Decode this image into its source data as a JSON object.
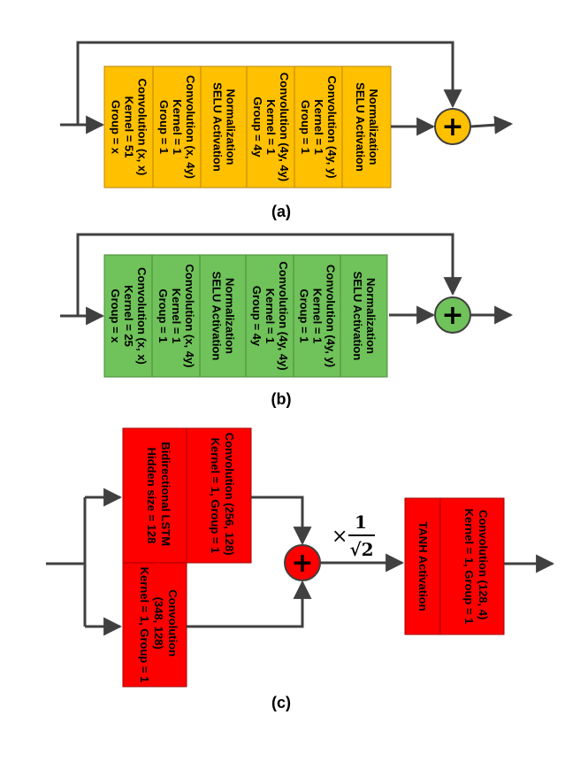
{
  "panel_a": {
    "caption": "(a)",
    "fill": "#FFC000",
    "border": "#B8860B",
    "blocks": [
      [
        "Convolution (x, x)",
        "Kernel = 51",
        "Group = x"
      ],
      [
        "Convolution (x, 4y)",
        "Kernel = 1",
        "Group = 1"
      ],
      [
        "Normalization",
        "SELU Activation"
      ],
      [
        "Convolution (4y, 4y)",
        "Kernel = 1",
        "Group = 4y"
      ],
      [
        "Convolution (4y, y)",
        "Kernel = 1",
        "Group = 1"
      ],
      [
        "Normalization",
        "SELU Activation"
      ]
    ],
    "operator": "+"
  },
  "panel_b": {
    "caption": "(b)",
    "fill": "#70C25A",
    "border": "#4A8A3A",
    "blocks": [
      [
        "Convolution (x, x)",
        "Kernel = 25",
        "Group = x"
      ],
      [
        "Convolution (x, 4y)",
        "Kernel = 1",
        "Group = 1"
      ],
      [
        "Normalization",
        "SELU Activation"
      ],
      [
        "Convolution (4y, 4y)",
        "Kernel = 1",
        "Group = 4y"
      ],
      [
        "Convolution (4y, y)",
        "Kernel = 1",
        "Group = 1"
      ],
      [
        "Normalization",
        "SELU Activation"
      ]
    ],
    "operator": "+"
  },
  "panel_c": {
    "caption": "(c)",
    "fill": "#FF0000",
    "border": "#A00000",
    "lstm": [
      "Bidirectional LSTM",
      "Hidden size = 128"
    ],
    "conv_top": [
      "Convolution (256, 128)",
      "Kernel = 1, Group = 1"
    ],
    "conv_bottom": [
      "Convolution",
      "(348, 128)",
      "Kernel = 1, Group = 1"
    ],
    "tanh": [
      "TANH Activation"
    ],
    "conv_out": [
      "Convolution (128, 4)",
      "Kernel = 1, Group = 1"
    ],
    "operator": "+",
    "scale_times": "×",
    "scale_numerator": "1",
    "scale_radical": "√2"
  },
  "colors": {
    "line": "#404040",
    "plus_yellow": "#FFC000",
    "plus_green": "#70C25A",
    "plus_red": "#FF0000"
  }
}
